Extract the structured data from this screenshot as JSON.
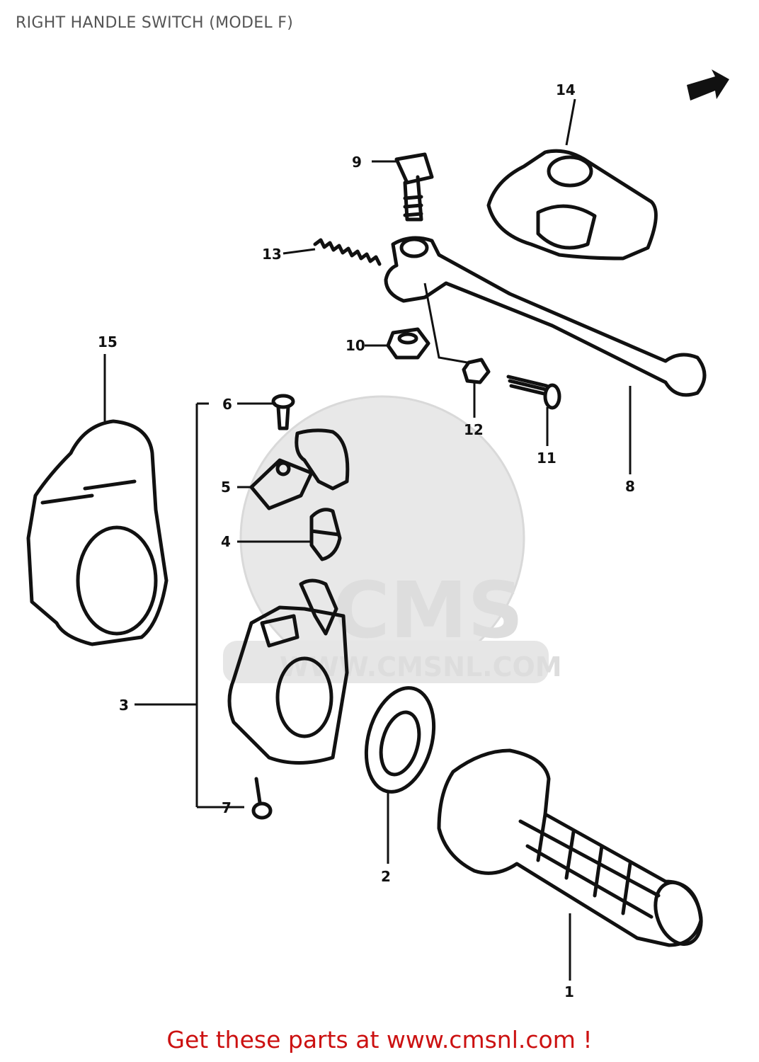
{
  "title": "RIGHT HANDLE SWITCH (MODEL F)",
  "footer": "Get these parts at www.cmsnl.com !",
  "watermark": {
    "main": "CMS",
    "url": "WWW.CMSNL.COM"
  },
  "callouts": {
    "p1": "1",
    "p2": "2",
    "p3": "3",
    "p4": "4",
    "p5": "5",
    "p6": "6",
    "p7": "7",
    "p8": "8",
    "p9": "9",
    "p10": "10",
    "p11": "11",
    "p12": "12",
    "p13": "13",
    "p14": "14",
    "p15": "15"
  },
  "colors": {
    "footer": "#cc1111",
    "title": "#555555",
    "line": "#111111"
  }
}
